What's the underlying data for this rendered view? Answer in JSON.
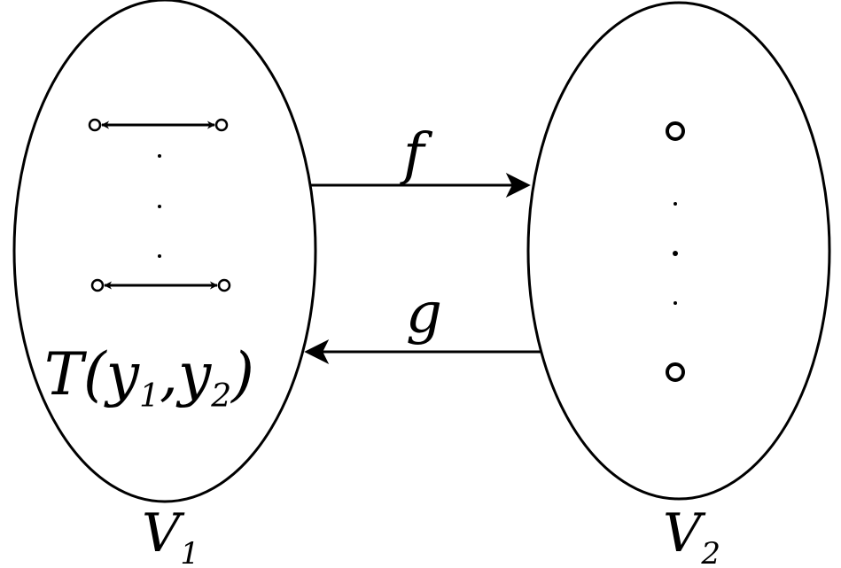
{
  "diagram": {
    "left_set": {
      "label_main": "V",
      "label_sub": "1",
      "inner_label": {
        "prefix": "T(y",
        "sub1": "1",
        "mid": ",y",
        "sub2": "2",
        "suffix": ")"
      }
    },
    "right_set": {
      "label_main": "V",
      "label_sub": "2"
    },
    "maps": {
      "forward": "f",
      "backward": "g"
    }
  }
}
